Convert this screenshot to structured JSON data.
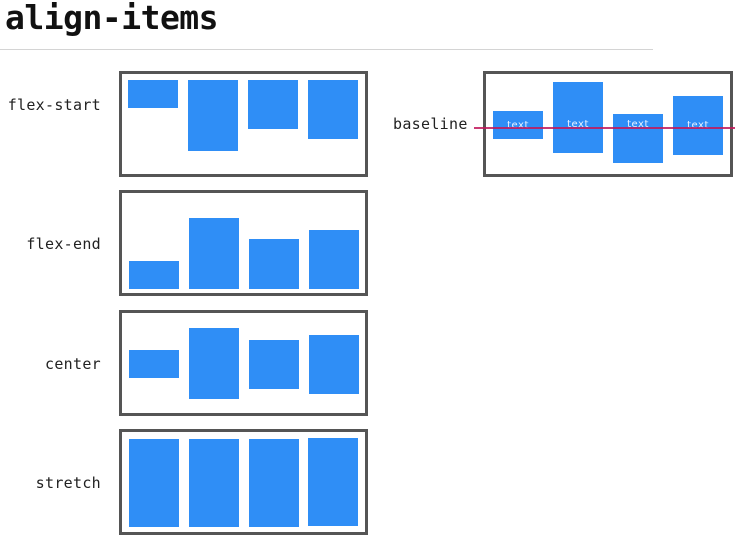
{
  "title": "align-items",
  "colors": {
    "item": "#2f8ef6",
    "frame": "#555555",
    "baseline": "#c2185b"
  },
  "examples": [
    {
      "label": "flex-start"
    },
    {
      "label": "flex-end"
    },
    {
      "label": "center"
    },
    {
      "label": "stretch"
    }
  ],
  "baseline": {
    "label": "baseline",
    "items": [
      {
        "text": "text"
      },
      {
        "text": "text"
      },
      {
        "text": "text"
      },
      {
        "text": "text"
      }
    ]
  }
}
